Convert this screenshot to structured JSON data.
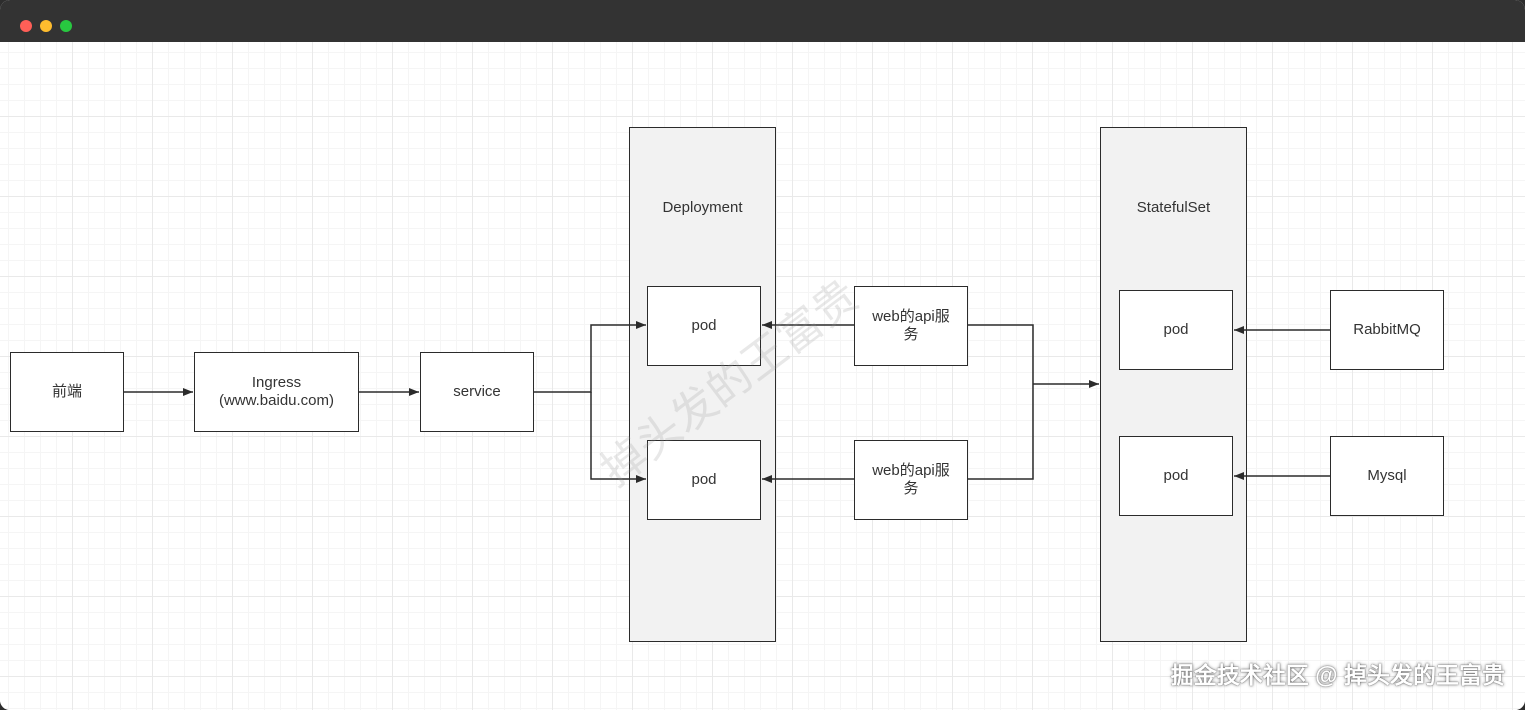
{
  "window": {
    "controls": [
      "close",
      "minimize",
      "maximize"
    ]
  },
  "diagram": {
    "nodes": {
      "frontend": "前端",
      "ingress_line1": "Ingress",
      "ingress_line2": "(www.baidu.com)",
      "service": "service",
      "deployment": "Deployment",
      "deploy_pod_1": "pod",
      "deploy_pod_2": "pod",
      "web_api_1": "web的api服务",
      "web_api_2": "web的api服务",
      "statefulset": "StatefulSet",
      "stateful_pod_1": "pod",
      "stateful_pod_2": "pod",
      "rabbitmq": "RabbitMQ",
      "mysql": "Mysql"
    },
    "edges": [
      {
        "from": "frontend",
        "to": "ingress"
      },
      {
        "from": "ingress",
        "to": "service"
      },
      {
        "from": "service",
        "to": "deploy_pod_1"
      },
      {
        "from": "service",
        "to": "deploy_pod_2"
      },
      {
        "from": "web_api_1",
        "to": "deploy_pod_1"
      },
      {
        "from": "web_api_2",
        "to": "deploy_pod_2"
      },
      {
        "from": "web_api_1",
        "to": "statefulset"
      },
      {
        "from": "web_api_2",
        "to": "statefulset"
      },
      {
        "from": "rabbitmq",
        "to": "stateful_pod_1"
      },
      {
        "from": "mysql",
        "to": "stateful_pod_2"
      }
    ],
    "colors": {
      "stroke": "#2b2b2b",
      "container_fill": "#f2f2f2",
      "node_fill": "#ffffff",
      "grid": "#e9e9e9"
    }
  },
  "watermark": "掉头发的王富贵",
  "footer": "掘金技术社区 @ 掉头发的王富贵"
}
